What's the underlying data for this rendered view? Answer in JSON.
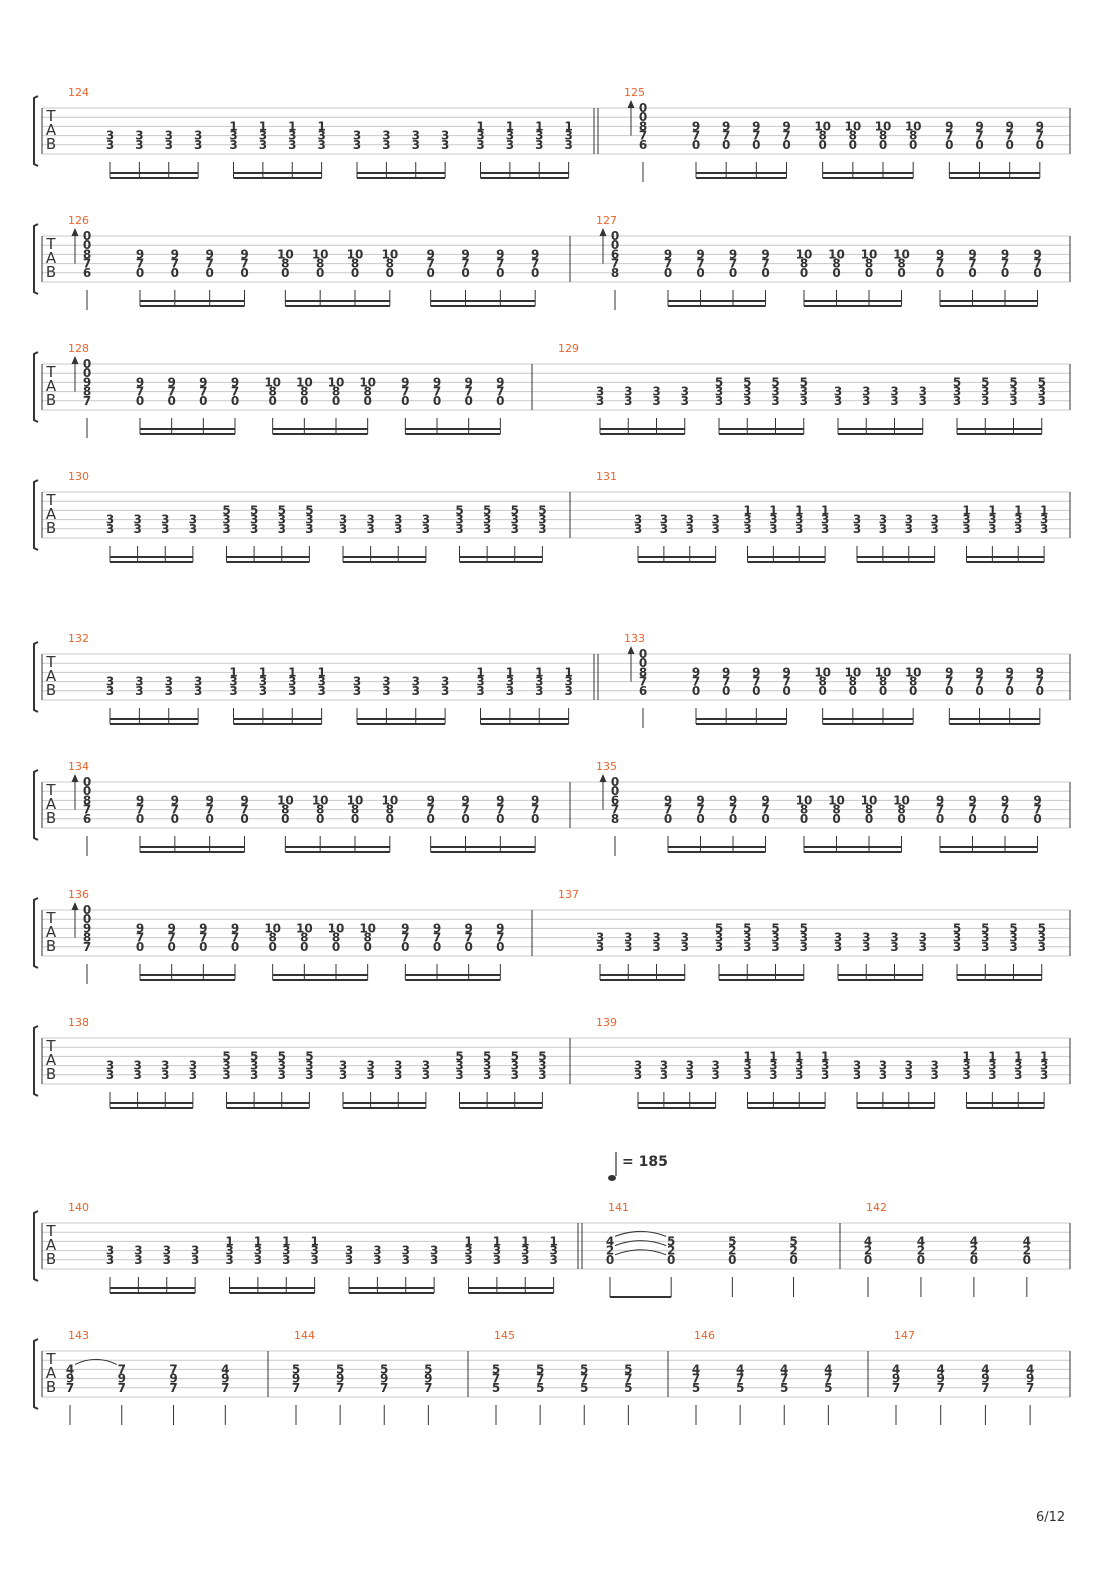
{
  "page": {
    "number_label": "6/12"
  },
  "colors": {
    "measure_number": "#e8632a",
    "ink": "#333333",
    "staff_line": "#c8c8c8"
  },
  "tab_clef": [
    "T",
    "A",
    "B"
  ],
  "tempo": {
    "value": "= 185"
  },
  "chords": {
    "P1": "3,3",
    "P2": "1,3,3",
    "P3": "5,3,3",
    "A": "0,0,8,7,6",
    "B": "0,0,6,7,8",
    "C": "0,0,9,8,7",
    "E": "9,7,0",
    "F": "10,8,0",
    "G": "4,2,0",
    "H": "5,2,0",
    "J": "4,9,7",
    "K": "7,9,7",
    "L": "5,9,7",
    "M": "5,7,5",
    "N": "4,7,5"
  },
  "systems": [
    {
      "measures": [
        {
          "number": "124",
          "groups": [
            [
              "P1",
              "P1",
              "P1",
              "P1"
            ],
            [
              "P2",
              "P2",
              "P2",
              "P2"
            ],
            [
              "P1",
              "P1",
              "P1",
              "P1"
            ],
            [
              "P2",
              "P2",
              "P2",
              "P2"
            ]
          ]
        },
        {
          "number": "125",
          "strum": "A",
          "groups": [
            [
              "E",
              "E",
              "E",
              "E"
            ],
            [
              "F",
              "F",
              "F",
              "F"
            ],
            [
              "E",
              "E",
              "E",
              "E"
            ]
          ]
        }
      ]
    },
    {
      "measures": [
        {
          "number": "126",
          "strum": "A",
          "groups": [
            [
              "E",
              "E",
              "E",
              "E"
            ],
            [
              "F",
              "F",
              "F",
              "F"
            ],
            [
              "E",
              "E",
              "E",
              "E"
            ]
          ]
        },
        {
          "number": "127",
          "strum": "B",
          "groups": [
            [
              "E",
              "E",
              "E",
              "E"
            ],
            [
              "F",
              "F",
              "F",
              "F"
            ],
            [
              "E",
              "E",
              "E",
              "E"
            ]
          ]
        }
      ]
    },
    {
      "measures": [
        {
          "number": "128",
          "strum": "C",
          "groups": [
            [
              "E",
              "E",
              "E",
              "E"
            ],
            [
              "F",
              "F",
              "F",
              "F"
            ],
            [
              "E",
              "E",
              "E",
              "E"
            ]
          ]
        },
        {
          "number": "129",
          "groups": [
            [
              "P1",
              "P1",
              "P1",
              "P1"
            ],
            [
              "P3",
              "P3",
              "P3",
              "P3"
            ],
            [
              "P1",
              "P1",
              "P1",
              "P1"
            ],
            [
              "P3",
              "P3",
              "P3",
              "P3"
            ]
          ]
        }
      ]
    },
    {
      "measures": [
        {
          "number": "130",
          "groups": [
            [
              "P1",
              "P1",
              "P1",
              "P1"
            ],
            [
              "P3",
              "P3",
              "P3",
              "P3"
            ],
            [
              "P1",
              "P1",
              "P1",
              "P1"
            ],
            [
              "P3",
              "P3",
              "P3",
              "P3"
            ]
          ]
        },
        {
          "number": "131",
          "groups": [
            [
              "P1",
              "P1",
              "P1",
              "P1"
            ],
            [
              "P2",
              "P2",
              "P2",
              "P2"
            ],
            [
              "P1",
              "P1",
              "P1",
              "P1"
            ],
            [
              "P2",
              "P2",
              "P2",
              "P2"
            ]
          ]
        }
      ]
    },
    {
      "measures": [
        {
          "number": "132",
          "groups": [
            [
              "P1",
              "P1",
              "P1",
              "P1"
            ],
            [
              "P2",
              "P2",
              "P2",
              "P2"
            ],
            [
              "P1",
              "P1",
              "P1",
              "P1"
            ],
            [
              "P2",
              "P2",
              "P2",
              "P2"
            ]
          ]
        },
        {
          "number": "133",
          "strum": "A",
          "groups": [
            [
              "E",
              "E",
              "E",
              "E"
            ],
            [
              "F",
              "F",
              "F",
              "F"
            ],
            [
              "E",
              "E",
              "E",
              "E"
            ]
          ]
        }
      ]
    },
    {
      "measures": [
        {
          "number": "134",
          "strum": "A",
          "groups": [
            [
              "E",
              "E",
              "E",
              "E"
            ],
            [
              "F",
              "F",
              "F",
              "F"
            ],
            [
              "E",
              "E",
              "E",
              "E"
            ]
          ]
        },
        {
          "number": "135",
          "strum": "B",
          "groups": [
            [
              "E",
              "E",
              "E",
              "E"
            ],
            [
              "F",
              "F",
              "F",
              "F"
            ],
            [
              "E",
              "E",
              "E",
              "E"
            ]
          ]
        }
      ]
    },
    {
      "measures": [
        {
          "number": "136",
          "strum": "C",
          "groups": [
            [
              "E",
              "E",
              "E",
              "E"
            ],
            [
              "F",
              "F",
              "F",
              "F"
            ],
            [
              "E",
              "E",
              "E",
              "E"
            ]
          ]
        },
        {
          "number": "137",
          "groups": [
            [
              "P1",
              "P1",
              "P1",
              "P1"
            ],
            [
              "P3",
              "P3",
              "P3",
              "P3"
            ],
            [
              "P1",
              "P1",
              "P1",
              "P1"
            ],
            [
              "P3",
              "P3",
              "P3",
              "P3"
            ]
          ]
        }
      ]
    },
    {
      "measures": [
        {
          "number": "138",
          "groups": [
            [
              "P1",
              "P1",
              "P1",
              "P1"
            ],
            [
              "P3",
              "P3",
              "P3",
              "P3"
            ],
            [
              "P1",
              "P1",
              "P1",
              "P1"
            ],
            [
              "P3",
              "P3",
              "P3",
              "P3"
            ]
          ]
        },
        {
          "number": "139",
          "groups": [
            [
              "P1",
              "P1",
              "P1",
              "P1"
            ],
            [
              "P2",
              "P2",
              "P2",
              "P2"
            ],
            [
              "P1",
              "P1",
              "P1",
              "P1"
            ],
            [
              "P2",
              "P2",
              "P2",
              "P2"
            ]
          ]
        }
      ]
    },
    {
      "measures": [
        {
          "number": "140",
          "groups": [
            [
              "P1",
              "P1",
              "P1",
              "P1"
            ],
            [
              "P2",
              "P2",
              "P2",
              "P2"
            ],
            [
              "P1",
              "P1",
              "P1",
              "P1"
            ],
            [
              "P2",
              "P2",
              "P2",
              "P2"
            ]
          ]
        },
        {
          "number": "141",
          "notes": [
            "G",
            "H",
            "H",
            "H"
          ],
          "pair_first_two": true,
          "tie_first_two": true
        },
        {
          "number": "142",
          "notes": [
            "G",
            "G",
            "G",
            "G"
          ]
        }
      ]
    },
    {
      "measures": [
        {
          "number": "143",
          "notes": [
            "J",
            "K",
            "K",
            "J"
          ],
          "tie_first_two": true
        },
        {
          "number": "144",
          "notes": [
            "L",
            "L",
            "L",
            "L"
          ]
        },
        {
          "number": "145",
          "notes": [
            "M",
            "M",
            "M",
            "M"
          ]
        },
        {
          "number": "146",
          "notes": [
            "N",
            "N",
            "N",
            "N"
          ]
        },
        {
          "number": "147",
          "notes": [
            "J",
            "J",
            "J",
            "J"
          ]
        }
      ]
    }
  ]
}
